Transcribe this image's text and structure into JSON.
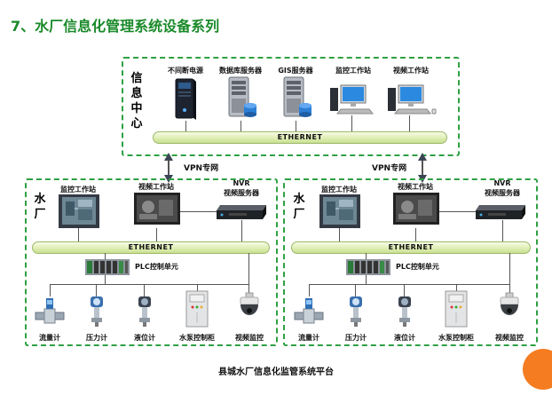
{
  "title": "7、水厂信息化管理系统设备系列",
  "info_center": {
    "label_chars": [
      "信",
      "息",
      "中",
      "心"
    ],
    "devices": [
      {
        "label": "不间断电源",
        "icon": "ups-icon"
      },
      {
        "label": "数据库服务器",
        "icon": "database-server-icon"
      },
      {
        "label": "GIS服务器",
        "icon": "gis-server-icon"
      },
      {
        "label": "监控工作站",
        "icon": "monitor-workstation-icon"
      },
      {
        "label": "视频工作站",
        "icon": "video-workstation-icon"
      }
    ],
    "bus_label": "ETHERNET"
  },
  "vpn_label": "VPN专网",
  "plants": [
    {
      "label_chars": [
        "水",
        "厂"
      ],
      "top_devices": [
        {
          "label": "监控工作站",
          "icon": "touch-panel-icon"
        },
        {
          "label": "视频工作站",
          "icon": "video-screen-icon"
        },
        {
          "label_line1": "NVR",
          "label_line2": "视频服务器",
          "icon": "nvr-icon"
        }
      ],
      "bus_label": "ETHERNET",
      "plc_label": "PLC控制单元",
      "field_devices": [
        {
          "label": "流量计",
          "icon": "flowmeter-icon"
        },
        {
          "label": "压力计",
          "icon": "pressure-gauge-icon"
        },
        {
          "label": "液位计",
          "icon": "level-gauge-icon"
        },
        {
          "label": "水泵控制柜",
          "icon": "pump-cabinet-icon"
        },
        {
          "label": "视频监控",
          "icon": "dome-camera-icon"
        }
      ]
    },
    {
      "label_chars": [
        "水",
        "厂"
      ],
      "top_devices": [
        {
          "label": "监控工作站",
          "icon": "touch-panel-icon"
        },
        {
          "label": "视频工作站",
          "icon": "video-screen-icon"
        },
        {
          "label_line1": "NVR",
          "label_line2": "视频服务器",
          "icon": "nvr-icon"
        }
      ],
      "bus_label": "ETHERNET",
      "plc_label": "PLC控制单元",
      "field_devices": [
        {
          "label": "流量计",
          "icon": "flowmeter-icon"
        },
        {
          "label": "压力计",
          "icon": "pressure-gauge-icon"
        },
        {
          "label": "液位计",
          "icon": "level-gauge-icon"
        },
        {
          "label": "水泵控制柜",
          "icon": "pump-cabinet-icon"
        },
        {
          "label": "视频监控",
          "icon": "dome-camera-icon"
        }
      ]
    }
  ],
  "footer": "县城水厂信息化监管系统平台",
  "colors": {
    "title": "#1a8a2a",
    "dashed_border": "#2ea043",
    "bus": "#dfeeb4",
    "accent_dot": "#f57c20"
  }
}
